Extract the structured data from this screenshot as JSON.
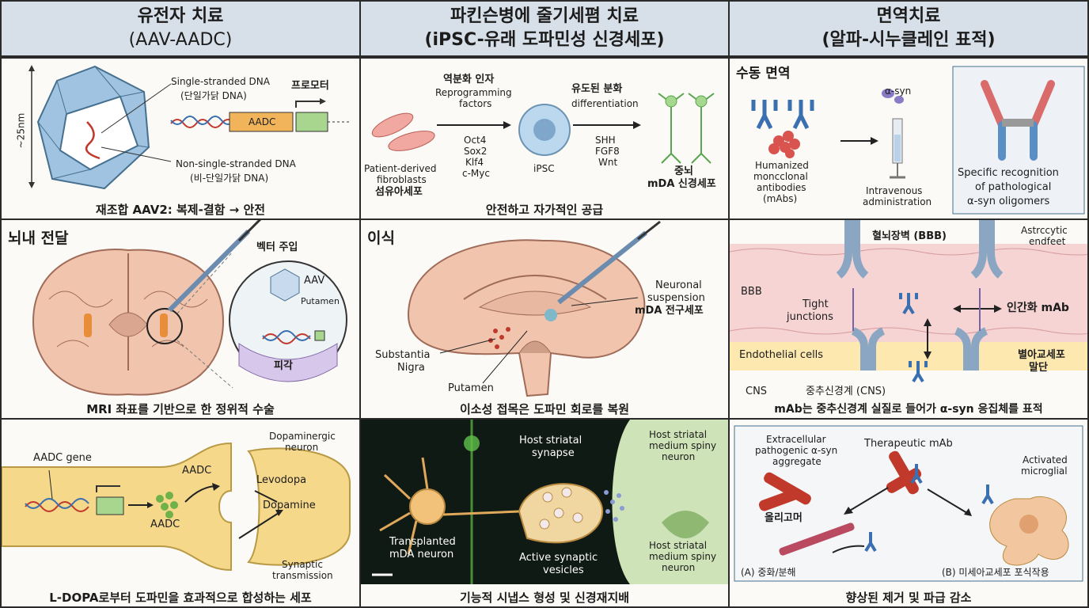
{
  "headers": {
    "col1": {
      "line1": "유전자 치료",
      "line2": "(AAV-AADC)"
    },
    "col2": {
      "line1": "파킨슨병에 줄기세폄 치료",
      "line2": "(iPSC-유래 도파민성 신경세포)"
    },
    "col3": {
      "line1": "면역치료",
      "line2": "(알파-시누클레인 표적)"
    }
  },
  "p11": {
    "size": "~25nm",
    "ssdna_en": "Single-stranded DNA",
    "ssdna_ko": "(단일가닭 DNA)",
    "promoter": "프로모터",
    "aadc": "AADC",
    "nonss_en": "Non-single-stranded DNA",
    "nonss_ko": "(비-단일가닭 DNA)",
    "caption": "재조합 AAV2: 복제-결함 → 안전"
  },
  "p12": {
    "reprog_ko": "역분화 인자",
    "reprog_en1": "Reprogramming",
    "reprog_en2": "factors",
    "factors": [
      "Oct4",
      "Sox2",
      "Klf4",
      "c-Myc"
    ],
    "diff_ko": "유도된 분화",
    "diff_en": "differentiation",
    "signals": [
      "SHH",
      "FGF8",
      "Wnt"
    ],
    "fib_en1": "Patient-derived",
    "fib_en2": "fibroblasts",
    "fib_ko": "섬유아세포",
    "ipsc": "iPSC",
    "mda_ko1": "중뇌",
    "mda_ko2": "mDA 신경세포",
    "caption": "안전하고 자가적인 공급"
  },
  "p13": {
    "title": "수동 면역",
    "asyn": "α-syn",
    "mabs": [
      "Humanized",
      "moncclonal",
      "antibodies",
      "(mAbs)"
    ],
    "iv": [
      "Intravenous",
      "administration"
    ],
    "spec": [
      "Specific recognition",
      "of pathological",
      "α-syn oligomers"
    ]
  },
  "p21": {
    "title": "뇌내 전달",
    "vector": "벡터 주입",
    "aav": "AAV",
    "putamen": "Putamen",
    "pigak": "피각",
    "caption": "MRI 좌표를 기반으로 한 정위적 수술"
  },
  "p22": {
    "title": "이식",
    "neuronal": [
      "Neuronal",
      "suspension"
    ],
    "mda_pre": "mDA 전구세포",
    "sn": [
      "Substantia",
      "Nigra"
    ],
    "putamen": "Putamen",
    "caption": "이소성 접목은 도파민 회로를 복원"
  },
  "p23": {
    "bbb_ko": "혈뇌장벽 (BBB)",
    "astro": [
      "Astrccytic",
      "endfeet"
    ],
    "bbb": "BBB",
    "tight": [
      "Tight",
      "junctions"
    ],
    "hmab": "인간화 mAb",
    "endo": "Endothelial cells",
    "astro_ko": [
      "별아교세포",
      "말단"
    ],
    "cns": "CNS",
    "cns_ko": "중추신경계 (CNS)",
    "caption": "mAb는 중추신경계 실질로 들어가 α-syn 응집체를 표적"
  },
  "p31": {
    "gene": "AADC gene",
    "aadc_top": "AADC",
    "aadc_bot": "AADC",
    "levodopa": "Levodopa",
    "dopamine": "Dopamine",
    "dopa_neuron": [
      "Dopaminergic",
      "neuron"
    ],
    "synaptic": [
      "Synaptic",
      "transmission"
    ],
    "caption": "L-DOPA로부터 도파민을 효과적으로 합성하는 세포"
  },
  "p32": {
    "synapse": [
      "Host striatal",
      "synapse"
    ],
    "msn1": [
      "Host striatal",
      "medium spiny",
      "neuron"
    ],
    "msn2": [
      "Host striatal",
      "medium spiny",
      "neuron"
    ],
    "transplanted": [
      "Transplanted",
      "mDA neuron"
    ],
    "vesicles": [
      "Active synaptic",
      "vesicles"
    ],
    "caption": "기능적 시냅스 형성 및 신경재지배"
  },
  "p33": {
    "extra": [
      "Extracellular",
      "pathogenic α-syn",
      "aggregate"
    ],
    "therapeutic": "Therapeutic mAb",
    "microglia": [
      "Activated",
      "microglial"
    ],
    "oligomer": "올리고머",
    "a": "(A) 중화/분해",
    "b": "(B) 미세아교세포 포식작용",
    "caption": "향상된 제거 및 파급 감소"
  },
  "colors": {
    "header": "#d7dfe8",
    "aadc": "#f2b45a",
    "promoter": "#a9d68f",
    "neuron": "#f5d88a",
    "bbb": "#f6d4d4",
    "endo": "#fde8b0"
  }
}
